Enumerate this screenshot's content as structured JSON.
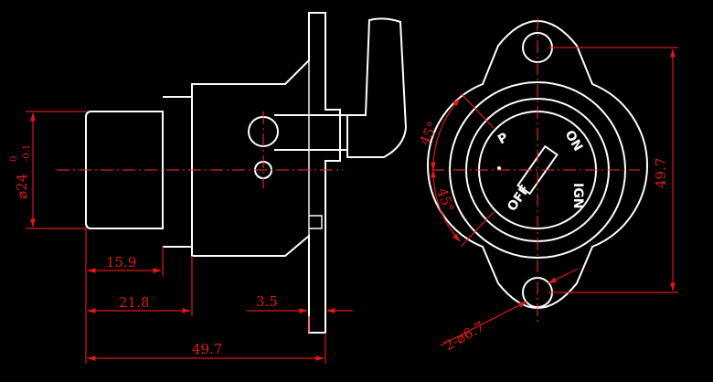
{
  "dimensions": {
    "diameter_main": "⌀24",
    "diameter_tol_upper": "0",
    "diameter_tol_lower": "-0.1",
    "len_15_9": "15.9",
    "len_21_8": "21.8",
    "len_3_5": "3.5",
    "len_49_7_h": "49.7",
    "len_49_7_v": "49.7",
    "angle_upper": "45°",
    "angle_lower": "45°",
    "holes": "2-⌀6.7"
  },
  "switch_labels": {
    "p": "P",
    "off": "OFF",
    "ign": "IGN",
    "on": "ON"
  },
  "colors": {
    "geometry": "#ffffff",
    "dimension": "#e01818",
    "background": "#000000"
  }
}
